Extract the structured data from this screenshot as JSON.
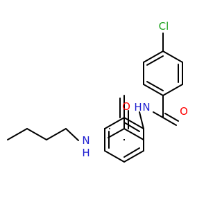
{
  "colors": {
    "bond": "#000000",
    "chlorine": "#1fa31f",
    "nitrogen": "#2020d0",
    "oxygen": "#ff0000",
    "background": "#ffffff"
  },
  "atoms": {
    "cl": "Cl",
    "n_upper": "N",
    "h_upper": "H",
    "o_upper": "O",
    "o_lower": "O",
    "n_lower": "N",
    "h_lower": "H"
  }
}
